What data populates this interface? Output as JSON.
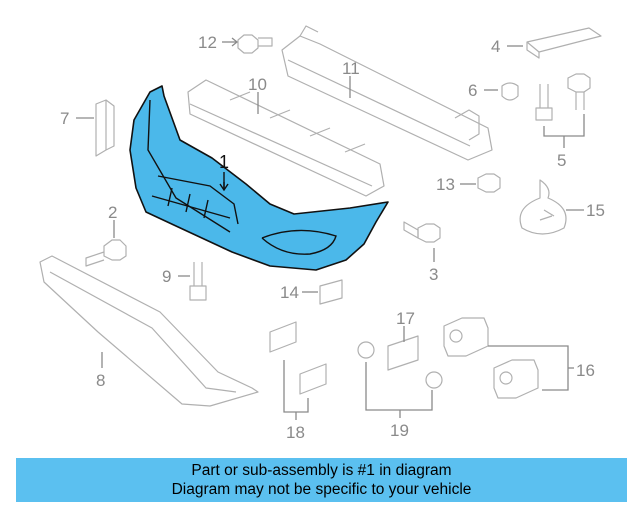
{
  "callouts": {
    "c1": "1",
    "c2": "2",
    "c3": "3",
    "c4": "4",
    "c5": "5",
    "c6": "6",
    "c7": "7",
    "c8": "8",
    "c9": "9",
    "c10": "10",
    "c11": "11",
    "c12": "12",
    "c13": "13",
    "c14": "14",
    "c15": "15",
    "c16": "16",
    "c17": "17",
    "c18": "18",
    "c19": "19"
  },
  "highlight_color": "#4bb8ea",
  "banner": {
    "line1": "Part or sub-assembly is #1 in diagram",
    "line2": "Diagram may not be specific to your vehicle",
    "color": "#5bc0f0"
  }
}
